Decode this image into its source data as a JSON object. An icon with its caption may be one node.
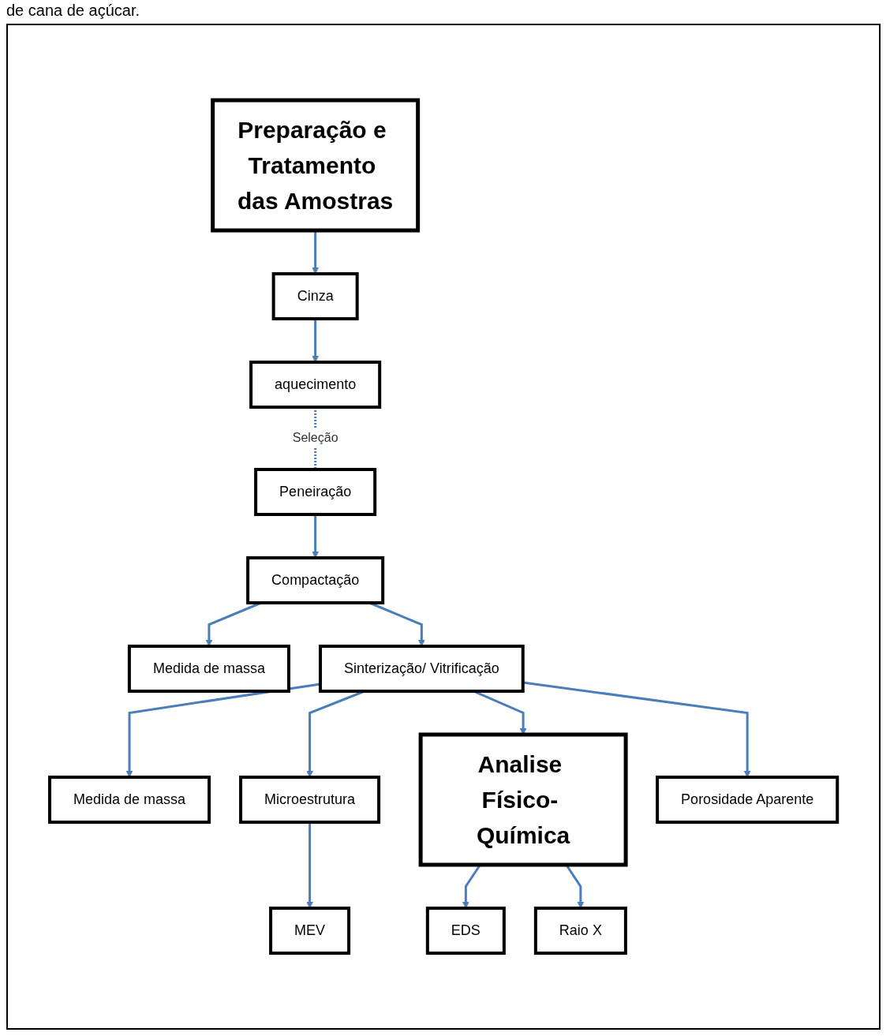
{
  "diagram": {
    "caption": "de cana de açúcar.",
    "nodes": [
      {
        "text": [
          "Preparação e Tratamento das Amostras"
        ]
      },
      {
        "text": [
          "Cinza"
        ]
      },
      {
        "text": [
          "aquecimento"
        ]
      },
      {
        "text": [
          "Peneiração"
        ]
      },
      {
        "text": [
          "Compactação"
        ]
      },
      {
        "text": [
          "Medida de massa"
        ]
      },
      {
        "text": [
          "Sinterização/ Vitrificação"
        ]
      },
      {
        "text": [
          "Medida de massa"
        ]
      },
      {
        "text": [
          "Analise Físico- Química"
        ]
      },
      {
        "text": [
          "Microestrutura"
        ]
      },
      {
        "text": [
          "Porosidade Aparente"
        ]
      },
      {
        "text": [
          "MEV"
        ]
      },
      {
        "text": [
          "EDS"
        ]
      },
      {
        "text": [
          "Raio X"
        ]
      }
    ],
    "edges": [
      {
        "from": 0,
        "to": 1,
        "arrow": "to"
      },
      {
        "from": 1,
        "to": 2,
        "arrow": "to"
      },
      {
        "from": 2,
        "to": 3,
        "arrow": "none",
        "label": "Seleção",
        "style": "dashed"
      },
      {
        "from": 3,
        "to": 4,
        "arrow": "to"
      },
      {
        "from": 4,
        "to": 5,
        "arrow": "to"
      },
      {
        "from": 4,
        "to": 6,
        "arrow": "to"
      },
      {
        "from": 6,
        "to": 7,
        "arrow": "to"
      },
      {
        "from": 6,
        "to": 9,
        "arrow": "to"
      },
      {
        "from": 6,
        "to": 8,
        "arrow": "to"
      },
      {
        "from": 6,
        "to": 10,
        "arrow": "to"
      },
      {
        "from": 9,
        "to": 11,
        "arrow": "to"
      },
      {
        "from": 8,
        "to": 12,
        "arrow": "to"
      },
      {
        "from": 8,
        "to": 13,
        "arrow": "to"
      }
    ]
  }
}
